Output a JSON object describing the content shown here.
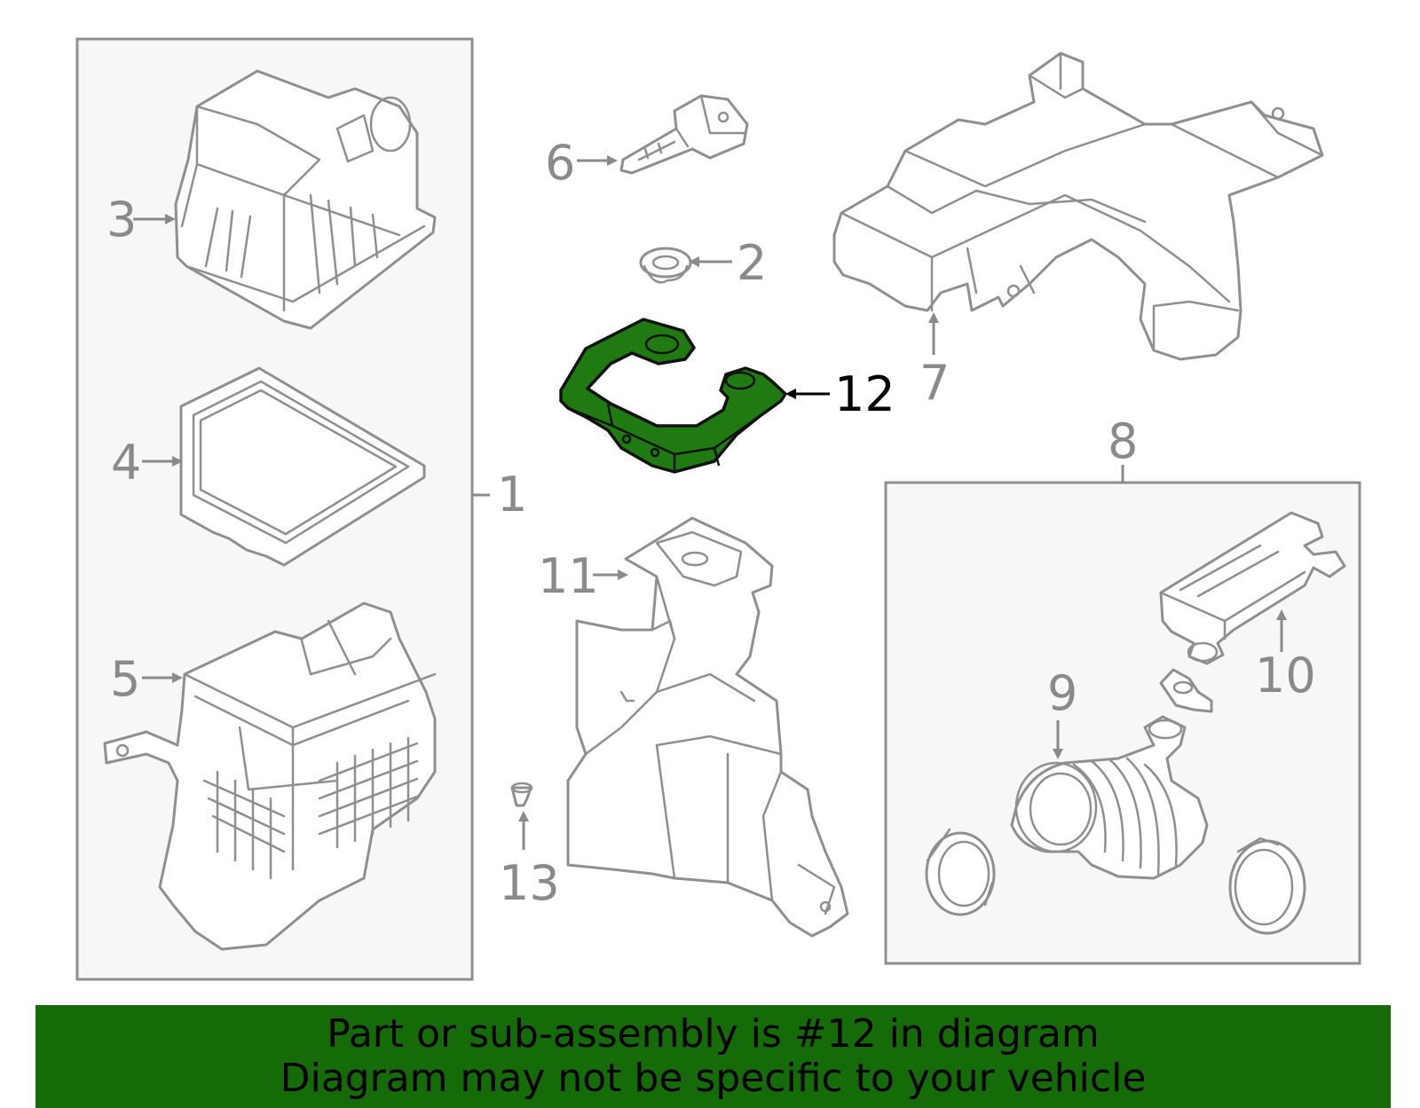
{
  "diagram": {
    "callouts": [
      {
        "id": "1",
        "label": "1"
      },
      {
        "id": "2",
        "label": "2"
      },
      {
        "id": "3",
        "label": "3"
      },
      {
        "id": "4",
        "label": "4"
      },
      {
        "id": "5",
        "label": "5"
      },
      {
        "id": "6",
        "label": "6"
      },
      {
        "id": "7",
        "label": "7"
      },
      {
        "id": "8",
        "label": "8"
      },
      {
        "id": "9",
        "label": "9"
      },
      {
        "id": "10",
        "label": "10"
      },
      {
        "id": "11",
        "label": "11"
      },
      {
        "id": "12",
        "label": "12"
      },
      {
        "id": "13",
        "label": "13"
      }
    ],
    "highlighted_part": "12",
    "colors": {
      "highlight_fill": "#1f7a12",
      "banner_background": "#146b08",
      "line_gray": "#8f8f8f"
    }
  },
  "footer": {
    "line1": "Part or sub-assembly is #12 in diagram",
    "line2": "Diagram may not be specific to your vehicle"
  }
}
